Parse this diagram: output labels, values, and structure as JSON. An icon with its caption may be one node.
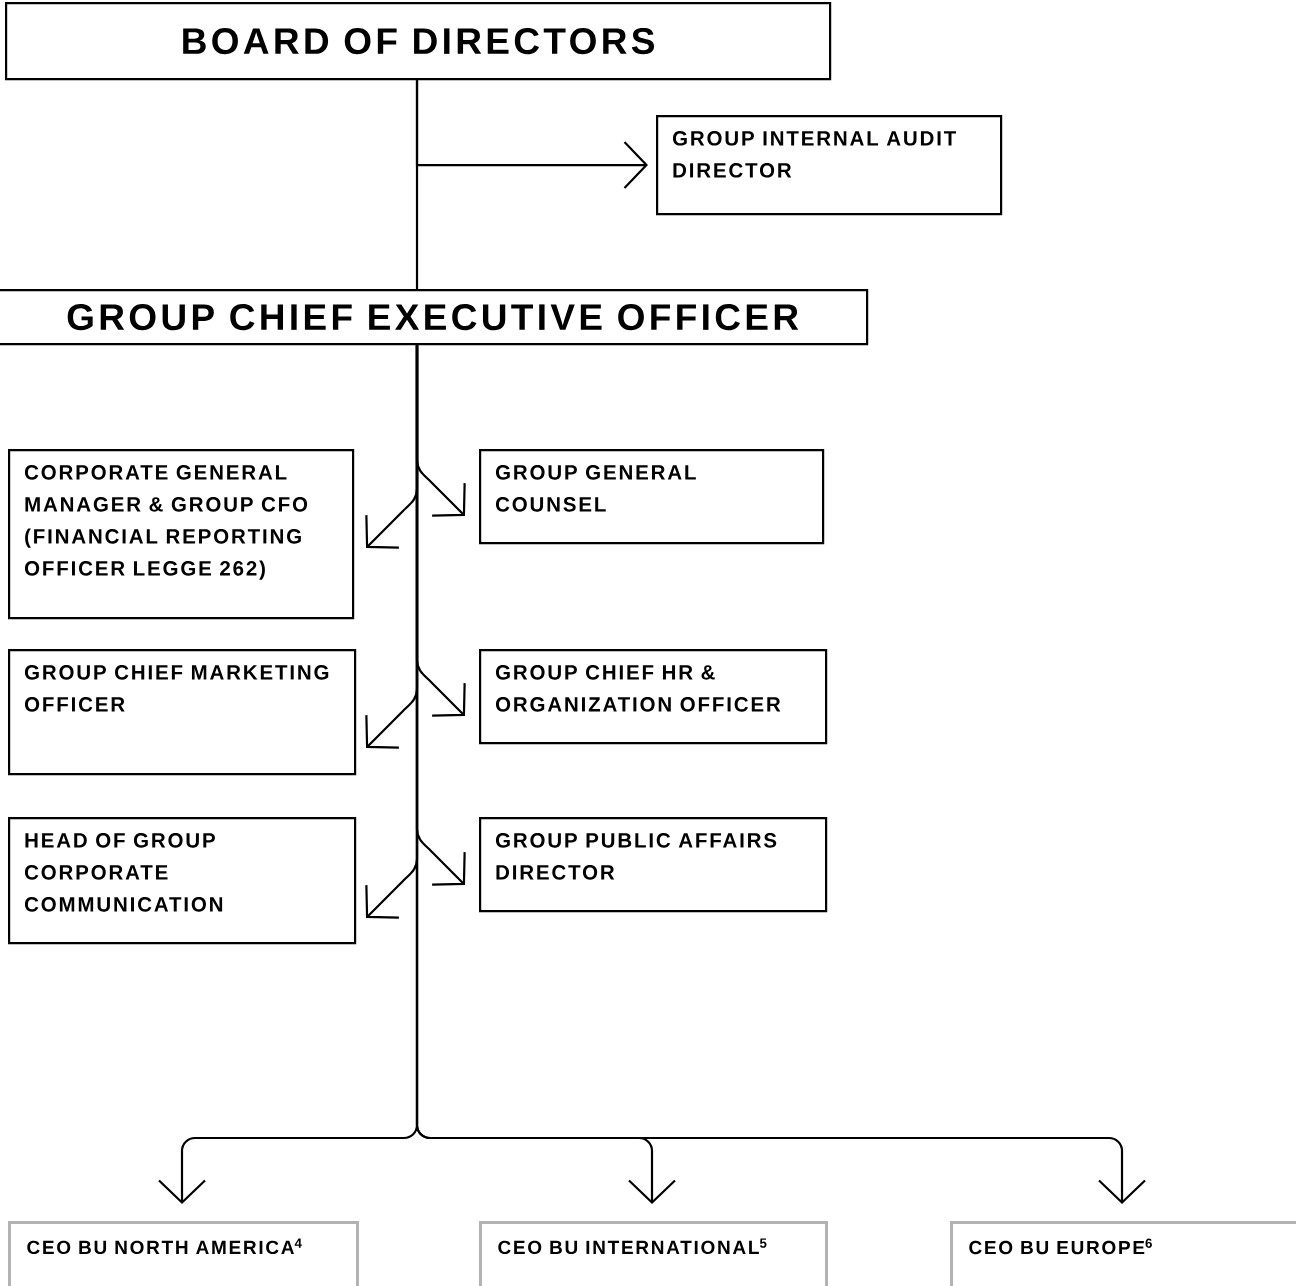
{
  "diagram": {
    "nodes": [
      {
        "text": [
          "BOARD OF DIRECTORS"
        ]
      },
      {
        "text": [
          "GROUP INTERNAL AUDIT DIRECTOR"
        ]
      },
      {
        "text": [
          "GROUP CHIEF EXECUTIVE OFFICER"
        ]
      },
      {
        "text": [
          "CORPORATE GENERAL MANAGER & GROUP CFO (FINANCIAL REPORTING OFFICER LEGGE 262)"
        ]
      },
      {
        "text": [
          "GROUP GENERAL COUNSEL"
        ]
      },
      {
        "text": [
          "GROUP CHIEF MARKETING OFFICER"
        ]
      },
      {
        "text": [
          "GROUP CHIEF HR & ORGANIZATION OFFICER"
        ]
      },
      {
        "text": [
          "HEAD OF GROUP CORPORATE COMMUNICATION"
        ]
      },
      {
        "text": [
          "GROUP PUBLIC AFFAIRS DIRECTOR"
        ]
      },
      {
        "text": [
          "CEO BU NORTH AMERICA$^{4}$"
        ]
      },
      {
        "text": [
          "CEO BU INTERNATIONAL$^{5}$"
        ]
      },
      {
        "text": [
          "CEO BU EUROPE$^{6}$"
        ]
      }
    ],
    "edges": [
      {
        "from": 0,
        "to": 2,
        "arrow": "none"
      },
      {
        "from": 0,
        "to": 1,
        "arrow": "to"
      },
      {
        "from": 2,
        "to": 3,
        "arrow": "to"
      },
      {
        "from": 2,
        "to": 4,
        "arrow": "to"
      },
      {
        "from": 2,
        "to": 5,
        "arrow": "to"
      },
      {
        "from": 2,
        "to": 6,
        "arrow": "to"
      },
      {
        "from": 2,
        "to": 7,
        "arrow": "to"
      },
      {
        "from": 2,
        "to": 8,
        "arrow": "to"
      },
      {
        "from": 2,
        "to": 9,
        "arrow": "to"
      },
      {
        "from": 2,
        "to": 10,
        "arrow": "to"
      },
      {
        "from": 2,
        "to": 11,
        "arrow": "to"
      }
    ]
  }
}
